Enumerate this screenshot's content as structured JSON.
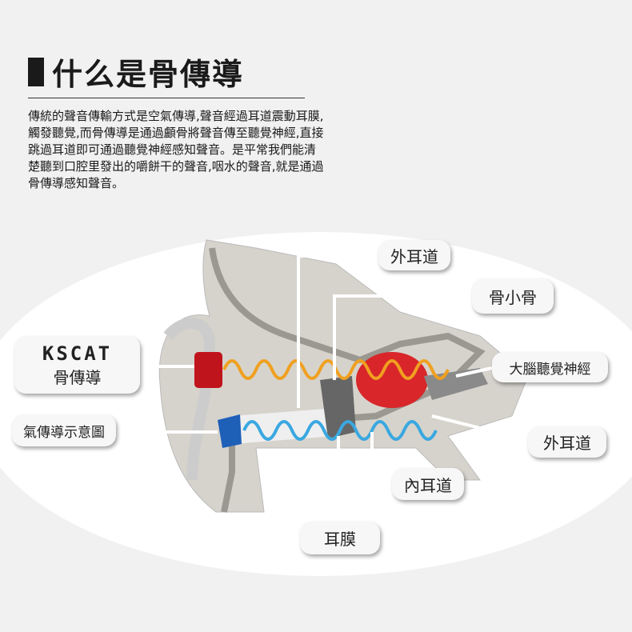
{
  "title": "什么是骨傳導",
  "paragraph": "傳統的聲音傳輸方式是空氣傳導,聲音經過耳道震動耳膜,觸發聽覺,而骨傳導是通過顱骨將聲音傳至聽覺神經,直接跳過耳道即可通過聽覺神經感知聲音。是平常我們能清楚聽到口腔里發出的嚼餅干的聲音,咽水的聲音,就是通過骨傳導感知聲音。",
  "labels": {
    "brand": "KSCAT",
    "bone_conduction": "骨傳導",
    "air_conduction": "氣傳導示意圖",
    "outer_canal_top": "外耳道",
    "ossicles": "骨小骨",
    "auditory_nerve": "大腦聽覺神經",
    "outer_canal_right": "外耳道",
    "inner_canal": "內耳道",
    "eardrum": "耳膜"
  },
  "colors": {
    "bone_wave": "#f0a020",
    "air_wave": "#3aa8e0",
    "cochlea": "#d8262a",
    "bone_driver": "#c0141c",
    "air_driver": "#1e5fb8"
  }
}
